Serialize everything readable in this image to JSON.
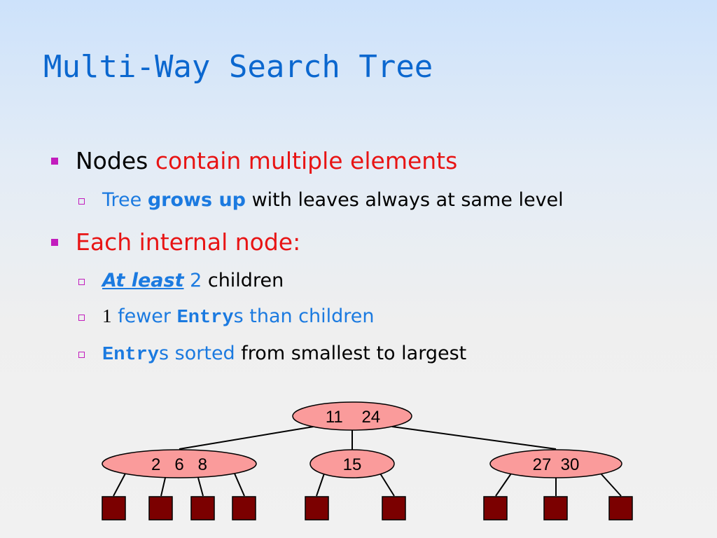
{
  "slide": {
    "title": "Multi-Way Search Tree",
    "bullets": [
      {
        "level": 1,
        "parts": [
          "Nodes ",
          "contain multiple elements"
        ]
      },
      {
        "level": 2,
        "parts": [
          "Tree ",
          "grows up",
          " with leaves always at same level"
        ]
      },
      {
        "level": 1,
        "parts": [
          "Each internal node:"
        ]
      },
      {
        "level": 2,
        "parts": [
          "At least",
          " 2",
          " children"
        ]
      },
      {
        "level": 2,
        "parts": [
          "1",
          " fewer ",
          "Entry",
          "s than children"
        ]
      },
      {
        "level": 2,
        "parts": [
          "Entry",
          "s sorted",
          " from smallest to largest"
        ]
      }
    ]
  },
  "tree": {
    "root": {
      "keys": "11    24"
    },
    "children": [
      {
        "keys": "2   6   8",
        "leaves": 4
      },
      {
        "keys": "15",
        "leaves": 2
      },
      {
        "keys": "27  30",
        "leaves": 3
      }
    ],
    "colors": {
      "node_fill": "#fa9b9b",
      "leaf_fill": "#7b0000",
      "edge": "#000000"
    }
  }
}
